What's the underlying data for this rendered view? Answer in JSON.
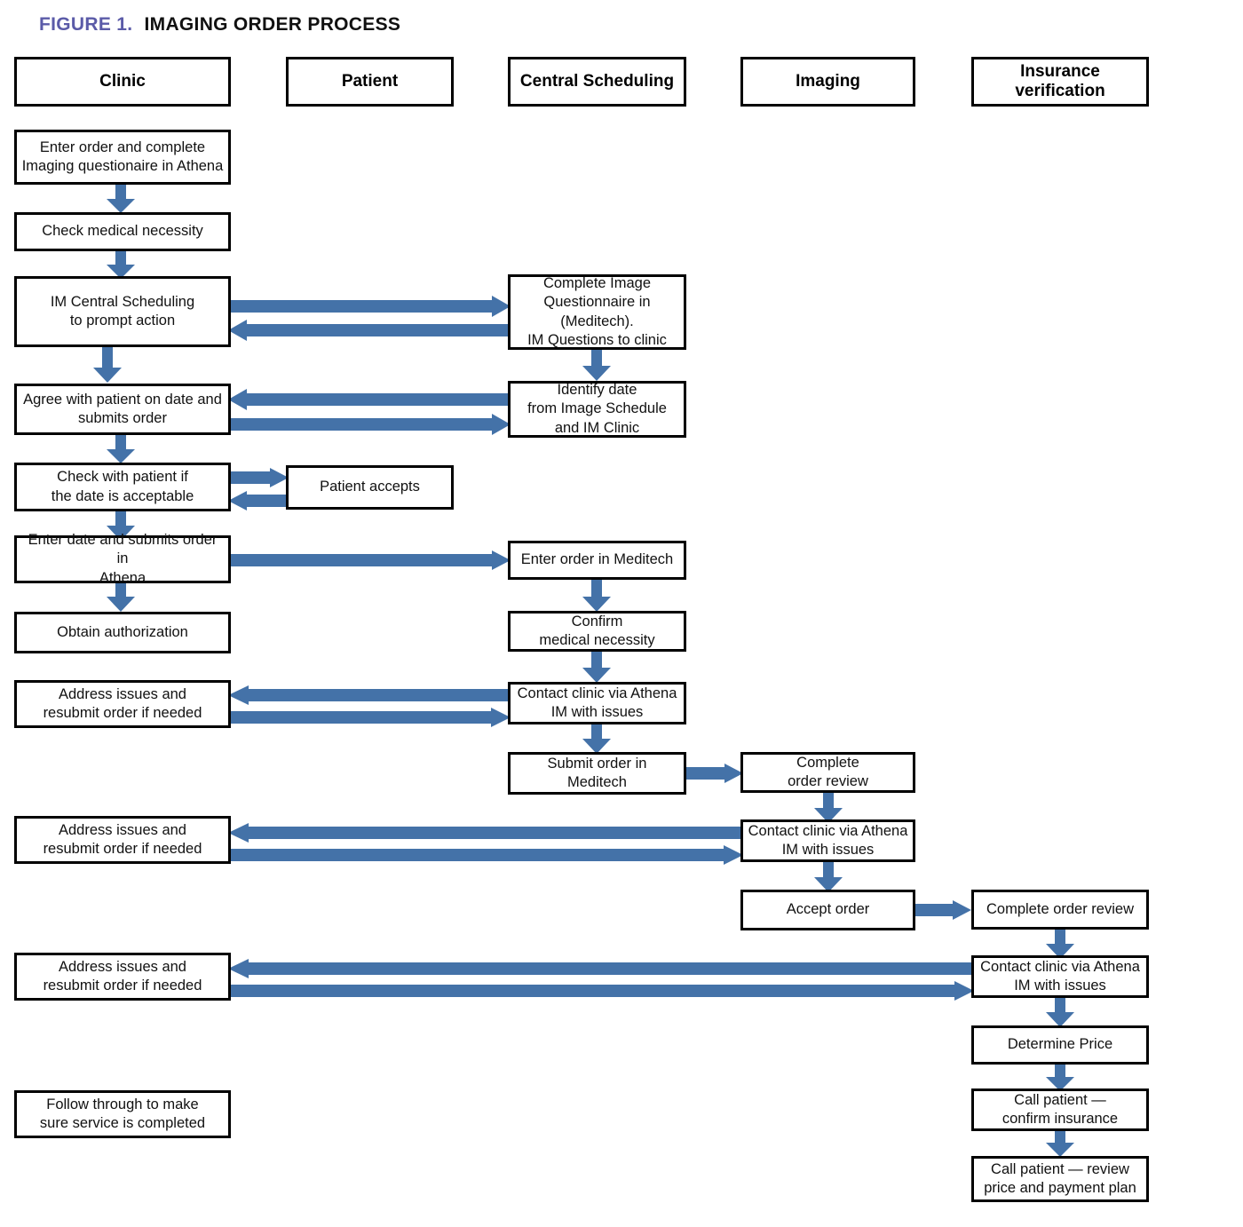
{
  "figure": {
    "label": "FIGURE 1.",
    "title": "IMAGING ORDER PROCESS"
  },
  "colors": {
    "arrow_blue": "#4472A8",
    "title_purple": "#5B5BA8",
    "box_border": "#000000",
    "background": "#FFFFFF"
  },
  "lanes": [
    {
      "id": "clinic",
      "label": "Clinic"
    },
    {
      "id": "patient",
      "label": "Patient"
    },
    {
      "id": "central",
      "label": "Central Scheduling"
    },
    {
      "id": "imaging",
      "label": "Imaging"
    },
    {
      "id": "insurance",
      "label": "Insurance\nverification"
    }
  ],
  "nodes": {
    "clinic": [
      {
        "id": "c1",
        "label": "Enter order and complete\nImaging questionaire in Athena"
      },
      {
        "id": "c2",
        "label": "Check medical necessity"
      },
      {
        "id": "c3",
        "label": "IM Central Scheduling\nto prompt action"
      },
      {
        "id": "c4",
        "label": "Agree with patient on date and\nsubmits order"
      },
      {
        "id": "c5",
        "label": "Check with patient if\nthe date is acceptable"
      },
      {
        "id": "c6",
        "label": "Enter date and submits order in\nAthena"
      },
      {
        "id": "c7",
        "label": "Obtain authorization"
      },
      {
        "id": "c8",
        "label": "Address issues and\nresubmit order if needed"
      },
      {
        "id": "c9",
        "label": "Address issues and\nresubmit order if needed"
      },
      {
        "id": "c10",
        "label": "Address issues and\nresubmit order if needed"
      },
      {
        "id": "c11",
        "label": "Follow through to make\nsure service is completed"
      }
    ],
    "patient": [
      {
        "id": "p1",
        "label": "Patient accepts"
      }
    ],
    "central": [
      {
        "id": "s1",
        "label": "Complete Image\nQuestionnaire in\n(Meditech).\nIM Questions to clinic"
      },
      {
        "id": "s2",
        "label": "Identify date\nfrom Image Schedule\nand IM Clinic"
      },
      {
        "id": "s3",
        "label": "Enter order in Meditech"
      },
      {
        "id": "s4",
        "label": "Confirm\nmedical necessity"
      },
      {
        "id": "s5",
        "label": "Contact clinic via Athena\nIM with issues"
      },
      {
        "id": "s6",
        "label": "Submit order  in\nMeditech"
      }
    ],
    "imaging": [
      {
        "id": "i1",
        "label": "Complete\norder review"
      },
      {
        "id": "i2",
        "label": "Contact clinic via Athena\nIM with issues"
      },
      {
        "id": "i3",
        "label": "Accept order"
      }
    ],
    "insurance": [
      {
        "id": "v1",
        "label": "Complete order review"
      },
      {
        "id": "v2",
        "label": "Contact clinic via Athena\nIM with issues"
      },
      {
        "id": "v3",
        "label": "Determine Price"
      },
      {
        "id": "v4",
        "label": "Call patient —\nconfirm insurance"
      },
      {
        "id": "v5",
        "label": "Call patient — review\nprice and payment plan"
      }
    ]
  },
  "connections": [
    {
      "from": "c1",
      "to": "c2",
      "dir": "down"
    },
    {
      "from": "c2",
      "to": "c3",
      "dir": "down"
    },
    {
      "from": "c3",
      "to": "s1",
      "dir": "right"
    },
    {
      "from": "s1",
      "to": "c3",
      "dir": "left"
    },
    {
      "from": "c3",
      "to": "c4",
      "dir": "down"
    },
    {
      "from": "s1",
      "to": "s2",
      "dir": "down"
    },
    {
      "from": "s2",
      "to": "c4",
      "dir": "left"
    },
    {
      "from": "c4",
      "to": "s2",
      "dir": "right"
    },
    {
      "from": "c4",
      "to": "c5",
      "dir": "down"
    },
    {
      "from": "c5",
      "to": "p1",
      "dir": "right"
    },
    {
      "from": "p1",
      "to": "c5",
      "dir": "left"
    },
    {
      "from": "c5",
      "to": "c6",
      "dir": "down"
    },
    {
      "from": "c6",
      "to": "s3",
      "dir": "right"
    },
    {
      "from": "c6",
      "to": "c7",
      "dir": "down"
    },
    {
      "from": "s3",
      "to": "s4",
      "dir": "down"
    },
    {
      "from": "s4",
      "to": "s5",
      "dir": "down"
    },
    {
      "from": "s5",
      "to": "c8",
      "dir": "left"
    },
    {
      "from": "c8",
      "to": "s5",
      "dir": "right"
    },
    {
      "from": "s5",
      "to": "s6",
      "dir": "down"
    },
    {
      "from": "s6",
      "to": "i1",
      "dir": "right"
    },
    {
      "from": "i1",
      "to": "i2",
      "dir": "down"
    },
    {
      "from": "i2",
      "to": "c9",
      "dir": "left"
    },
    {
      "from": "c9",
      "to": "i2",
      "dir": "right"
    },
    {
      "from": "i2",
      "to": "i3",
      "dir": "down"
    },
    {
      "from": "i3",
      "to": "v1",
      "dir": "right"
    },
    {
      "from": "v1",
      "to": "v2",
      "dir": "down"
    },
    {
      "from": "v2",
      "to": "c10",
      "dir": "left"
    },
    {
      "from": "c10",
      "to": "v2",
      "dir": "right"
    },
    {
      "from": "v2",
      "to": "v3",
      "dir": "down"
    },
    {
      "from": "v3",
      "to": "v4",
      "dir": "down"
    },
    {
      "from": "v4",
      "to": "v5",
      "dir": "down"
    }
  ]
}
